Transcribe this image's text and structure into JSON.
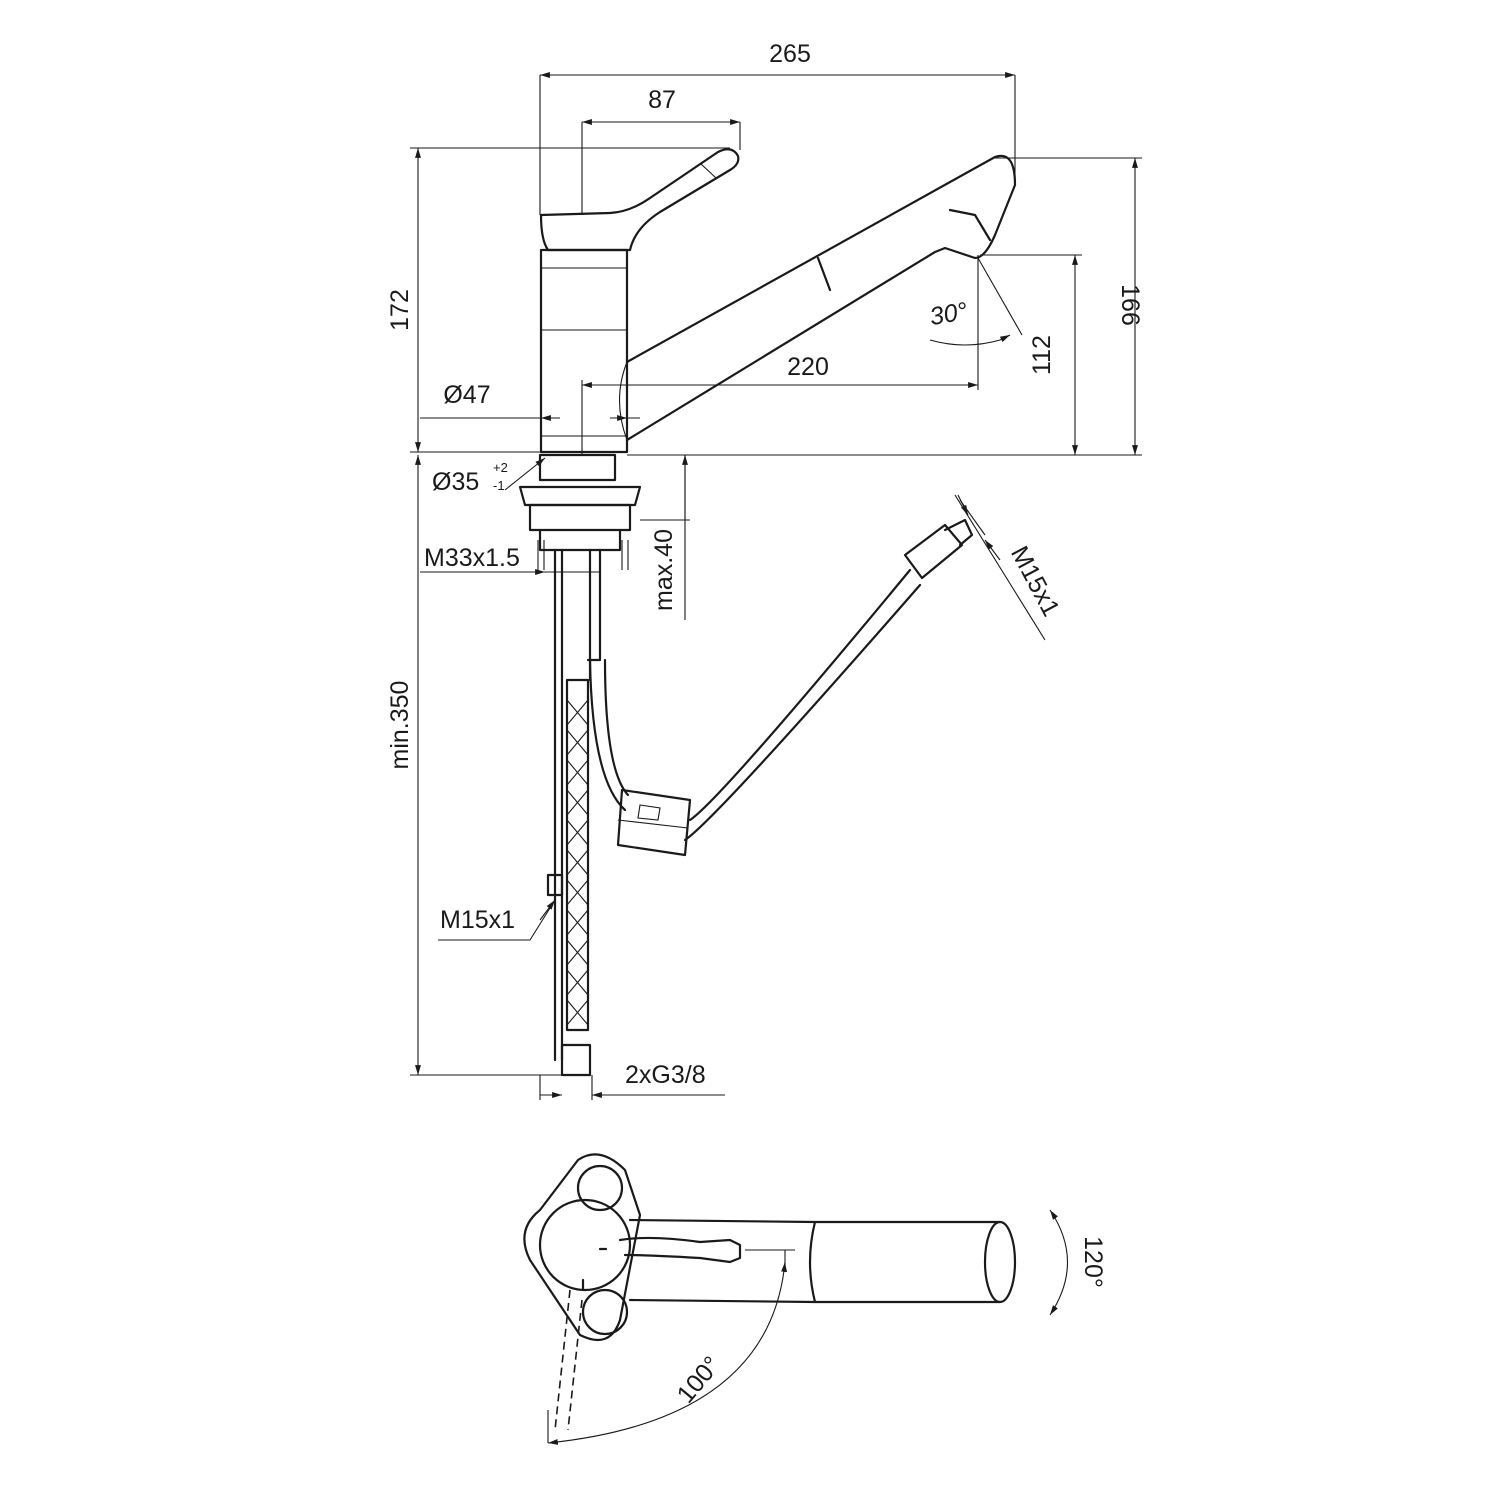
{
  "drawing": {
    "dimensions": {
      "overall_length": "265",
      "lever_length": "87",
      "total_height": "172",
      "spout_height": "166",
      "outlet_height": "112",
      "spout_reach": "220",
      "spray_angle": "30°",
      "body_diameter": "Ø47",
      "hole_diameter": "Ø35",
      "hole_tol_plus": "+2",
      "hole_tol_minus": "-1",
      "thread": "M33x1.5",
      "max_deck": "max.40",
      "min_length": "min.350",
      "hose_thread_side": "M15x1",
      "hose_thread_bottom": "M15x1",
      "connection": "2xG3/8",
      "swivel_angle": "120°",
      "lever_angle": "100°"
    }
  }
}
